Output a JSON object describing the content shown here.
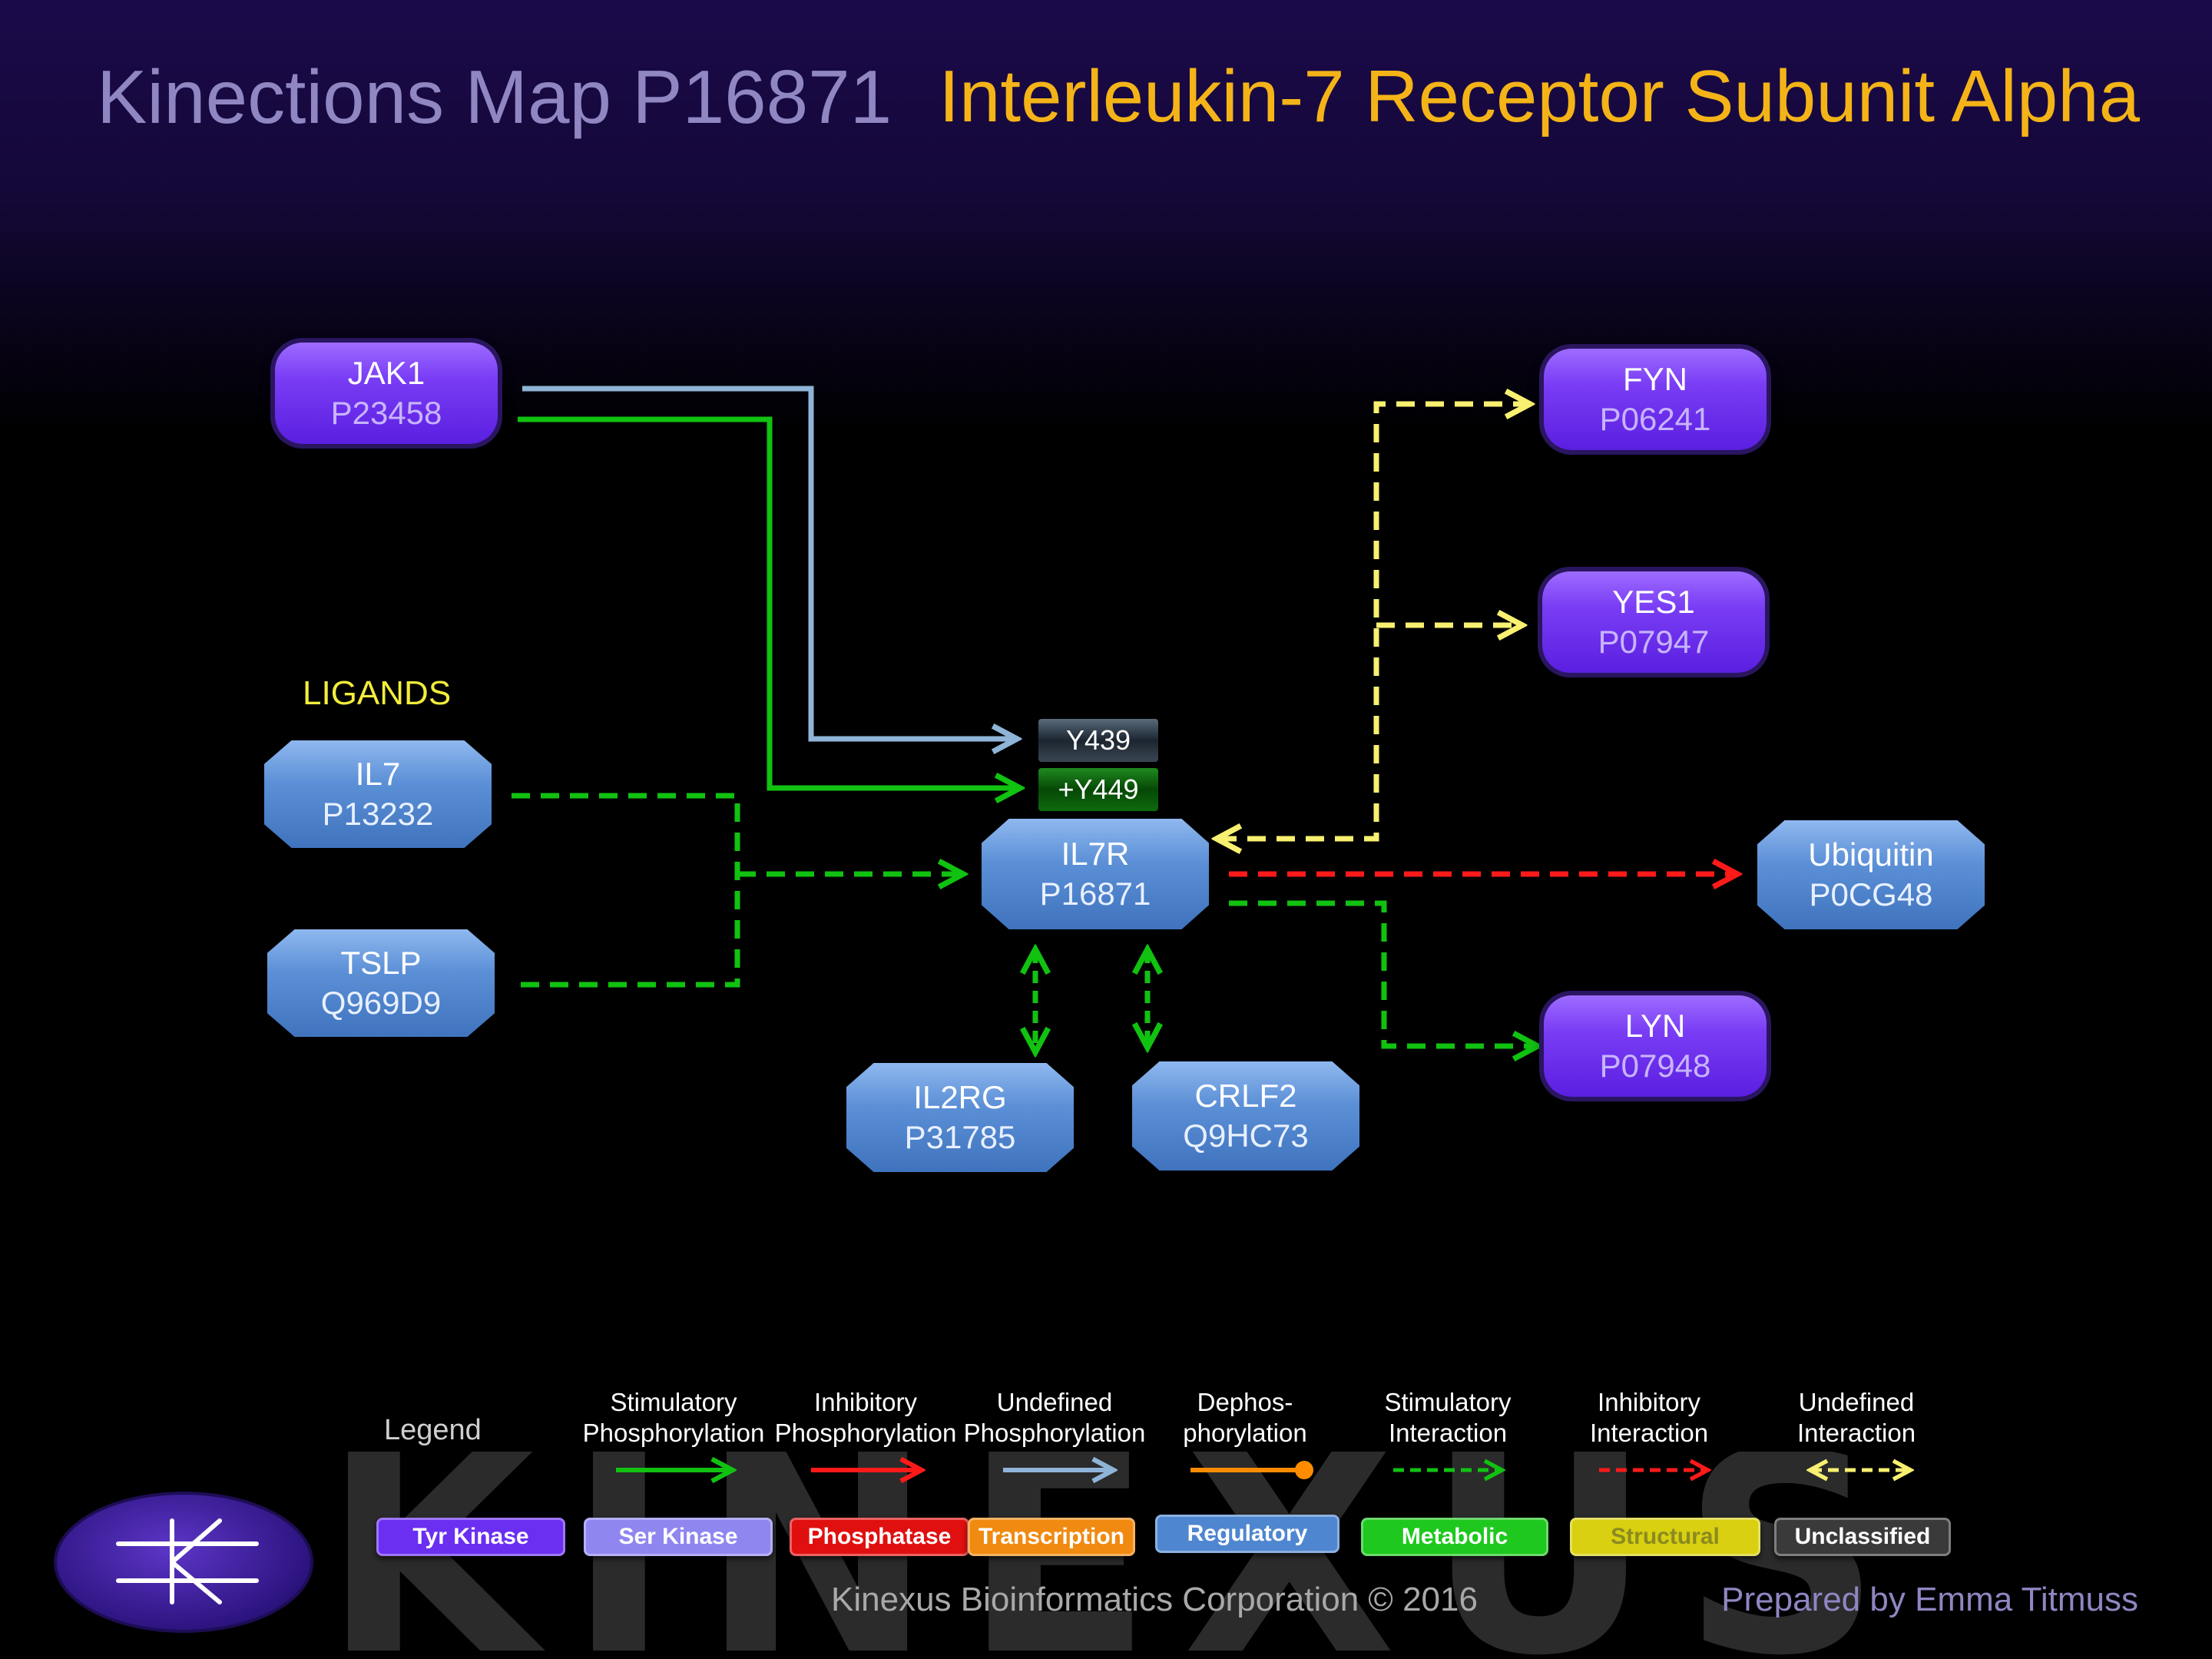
{
  "header": {
    "map_title": "Kinections Map P16871",
    "protein_name": "Interleukin-7 Receptor Subunit Alpha"
  },
  "colors": {
    "header_gradient_top": "#1b0a4a",
    "tyr_kinase": "#7a3df5",
    "regulatory": "#5b8fd6",
    "stimulatory": "#11c211",
    "inhibitory": "#ff1a1a",
    "undefined_phos": "#8fb4d8",
    "undefined_interaction": "#f8f070",
    "dephos": "#ff8c00"
  },
  "nodes": {
    "jak1": {
      "name": "JAK1",
      "id": "P23458",
      "class": "Tyr Kinase"
    },
    "fyn": {
      "name": "FYN",
      "id": "P06241",
      "class": "Tyr Kinase"
    },
    "yes1": {
      "name": "YES1",
      "id": "P07947",
      "class": "Tyr Kinase"
    },
    "lyn": {
      "name": "LYN",
      "id": "P07948",
      "class": "Tyr Kinase"
    },
    "il7": {
      "name": "IL7",
      "id": "P13232",
      "class": "Regulatory"
    },
    "tslp": {
      "name": "TSLP",
      "id": "Q969D9",
      "class": "Regulatory"
    },
    "il7r": {
      "name": "IL7R",
      "id": "P16871",
      "class": "Regulatory"
    },
    "ubiquitin": {
      "name": "Ubiquitin",
      "id": "P0CG48",
      "class": "Regulatory"
    },
    "il2rg": {
      "name": "IL2RG",
      "id": "P31785",
      "class": "Regulatory"
    },
    "crlf2": {
      "name": "CRLF2",
      "id": "Q9HC73",
      "class": "Regulatory"
    }
  },
  "sites": {
    "y439": "Y439",
    "y449": "+Y449"
  },
  "ligands_label": "LIGANDS",
  "legend": {
    "title": "Legend",
    "arrows": [
      {
        "line1": "Stimulatory",
        "line2": "Phosphorylation",
        "style": "solid",
        "color": "#11c211",
        "head": "arrow"
      },
      {
        "line1": "Inhibitory",
        "line2": "Phosphorylation",
        "style": "solid",
        "color": "#ff1a1a",
        "head": "arrow"
      },
      {
        "line1": "Undefined",
        "line2": "Phosphorylation",
        "style": "solid",
        "color": "#8fb4d8",
        "head": "arrow"
      },
      {
        "line1": "Dephos-",
        "line2": "phorylation",
        "style": "solid",
        "color": "#ff8c00",
        "head": "dot"
      },
      {
        "line1": "Stimulatory",
        "line2": "Interaction",
        "style": "dashed",
        "color": "#11c211",
        "head": "arrow"
      },
      {
        "line1": "Inhibitory",
        "line2": "Interaction",
        "style": "dashed",
        "color": "#ff1a1a",
        "head": "arrow"
      },
      {
        "line1": "Undefined",
        "line2": "Interaction",
        "style": "dashed",
        "color": "#f8f070",
        "head": "both"
      }
    ],
    "classes": [
      {
        "label": "Tyr Kinase",
        "color": "#6a2ff0",
        "text_color": "#ffffff"
      },
      {
        "label": "Ser Kinase",
        "color": "#8f86f0",
        "text_color": "#ffffff"
      },
      {
        "label": "Phosphatase",
        "color": "#e01010",
        "text_color": "#ffffff"
      },
      {
        "label": "Transcription",
        "color": "#f08a10",
        "text_color": "#ffffff"
      },
      {
        "label": "Regulatory",
        "color": "#4f86d0",
        "text_color": "#ffffff"
      },
      {
        "label": "Metabolic",
        "color": "#1ec81e",
        "text_color": "#ffffff"
      },
      {
        "label": "Structural",
        "color": "#d8d010",
        "text_color": "#8a8a20"
      },
      {
        "label": "Unclassified",
        "color": "#3a3a3a",
        "text_color": "#ffffff"
      }
    ]
  },
  "watermark": "KINEXUS",
  "footer": {
    "corporation": "Kinexus Bioinformatics Corporation © 2016",
    "prepared_by": "Prepared by Emma Titmuss"
  }
}
